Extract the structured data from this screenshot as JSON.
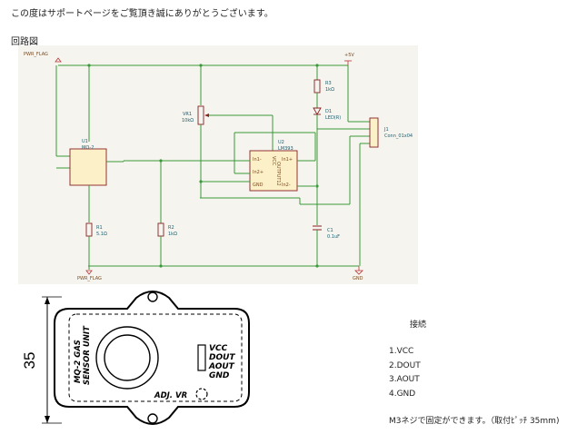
{
  "intro_text": "この度はサポートページをご覧頂き誠にありがとうございます。",
  "section_title": "回路図",
  "schematic": {
    "pwr_flag_top": "PWR_FLAG",
    "pwr_flag_bottom": "PWR_FLAG",
    "vcc_label": "+5V",
    "gnd_label": "GND",
    "u1_ref": "U1",
    "u1_value": "MQ-2",
    "u2_ref": "U2",
    "u2_value": "LM393",
    "vr1_ref": "VR1",
    "vr1_value": "10kΩ",
    "r1_ref": "R1",
    "r1_value": "5.1Ω",
    "r2_ref": "R2",
    "r2_value": "1kΩ",
    "r3_ref": "R3",
    "r3_value": "1kΩ",
    "d1_ref": "D1",
    "d1_value": "LED(R)",
    "c1_ref": "C1",
    "c1_value": "0.1uF",
    "j1_ref": "J1",
    "j1_value": "Conn_01x04",
    "u2_pin_in1m": "In1-",
    "u2_pin_in2p": "In2+",
    "u2_pin_gnd": "GND",
    "u2_pin_in1p": "In1+",
    "u2_pin_vcc": "VCC",
    "u2_pin_out12": "OUTPUT12",
    "u2_pin_in2m": "In2-"
  },
  "drawing": {
    "dimension": "35",
    "module_label_line1": "MQ-2 GAS",
    "module_label_line2": "SENSOR UNIT",
    "pin_labels": [
      "VCC",
      "DOUT",
      "AOUT",
      "GND"
    ],
    "adj_label": "ADJ. VR"
  },
  "connection": {
    "title": "接続",
    "pins": [
      "1.VCC",
      "2.DOUT",
      "3.AOUT",
      "4.GND"
    ],
    "mount_note": "M3ネジで固定ができます。（取付ﾋﾟｯﾁ 35mm)"
  }
}
